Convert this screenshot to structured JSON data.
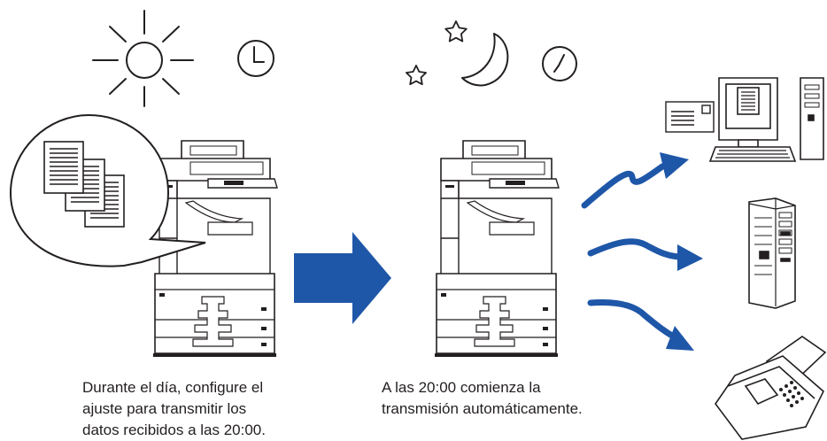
{
  "captions": {
    "daytime": {
      "line1": "Durante el día, configure el",
      "line2": "ajuste para transmitir los",
      "line3": "datos recibidos a las 20:00."
    },
    "night": {
      "line1": "A las 20:00 comienza la",
      "line2": "transmisión automáticamente."
    }
  },
  "colors": {
    "line": "#231f20",
    "arrow_blue": "#1f57a8",
    "page_fill": "#ffffff"
  },
  "icons": {
    "day": [
      "sun-icon",
      "clock-icon"
    ],
    "night": [
      "star-icon",
      "moon-icon",
      "clock-icon"
    ],
    "devices": [
      "envelope-icon",
      "computer-icon",
      "server-icon",
      "fax-icon"
    ]
  }
}
